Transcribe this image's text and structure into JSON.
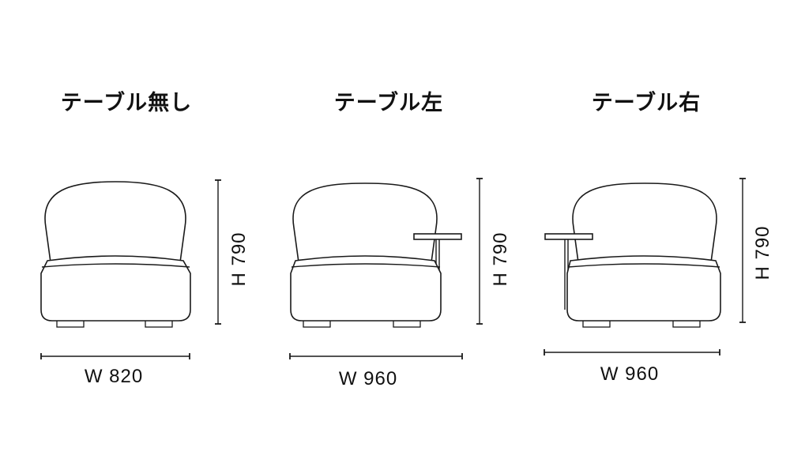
{
  "variants": [
    {
      "title": "テーブル無し",
      "width_label": "W 820",
      "height_label": "H 790"
    },
    {
      "title": "テーブル左",
      "width_label": "W 960",
      "height_label": "H 790"
    },
    {
      "title": "テーブル右",
      "width_label": "W 960",
      "height_label": "H 790"
    }
  ]
}
